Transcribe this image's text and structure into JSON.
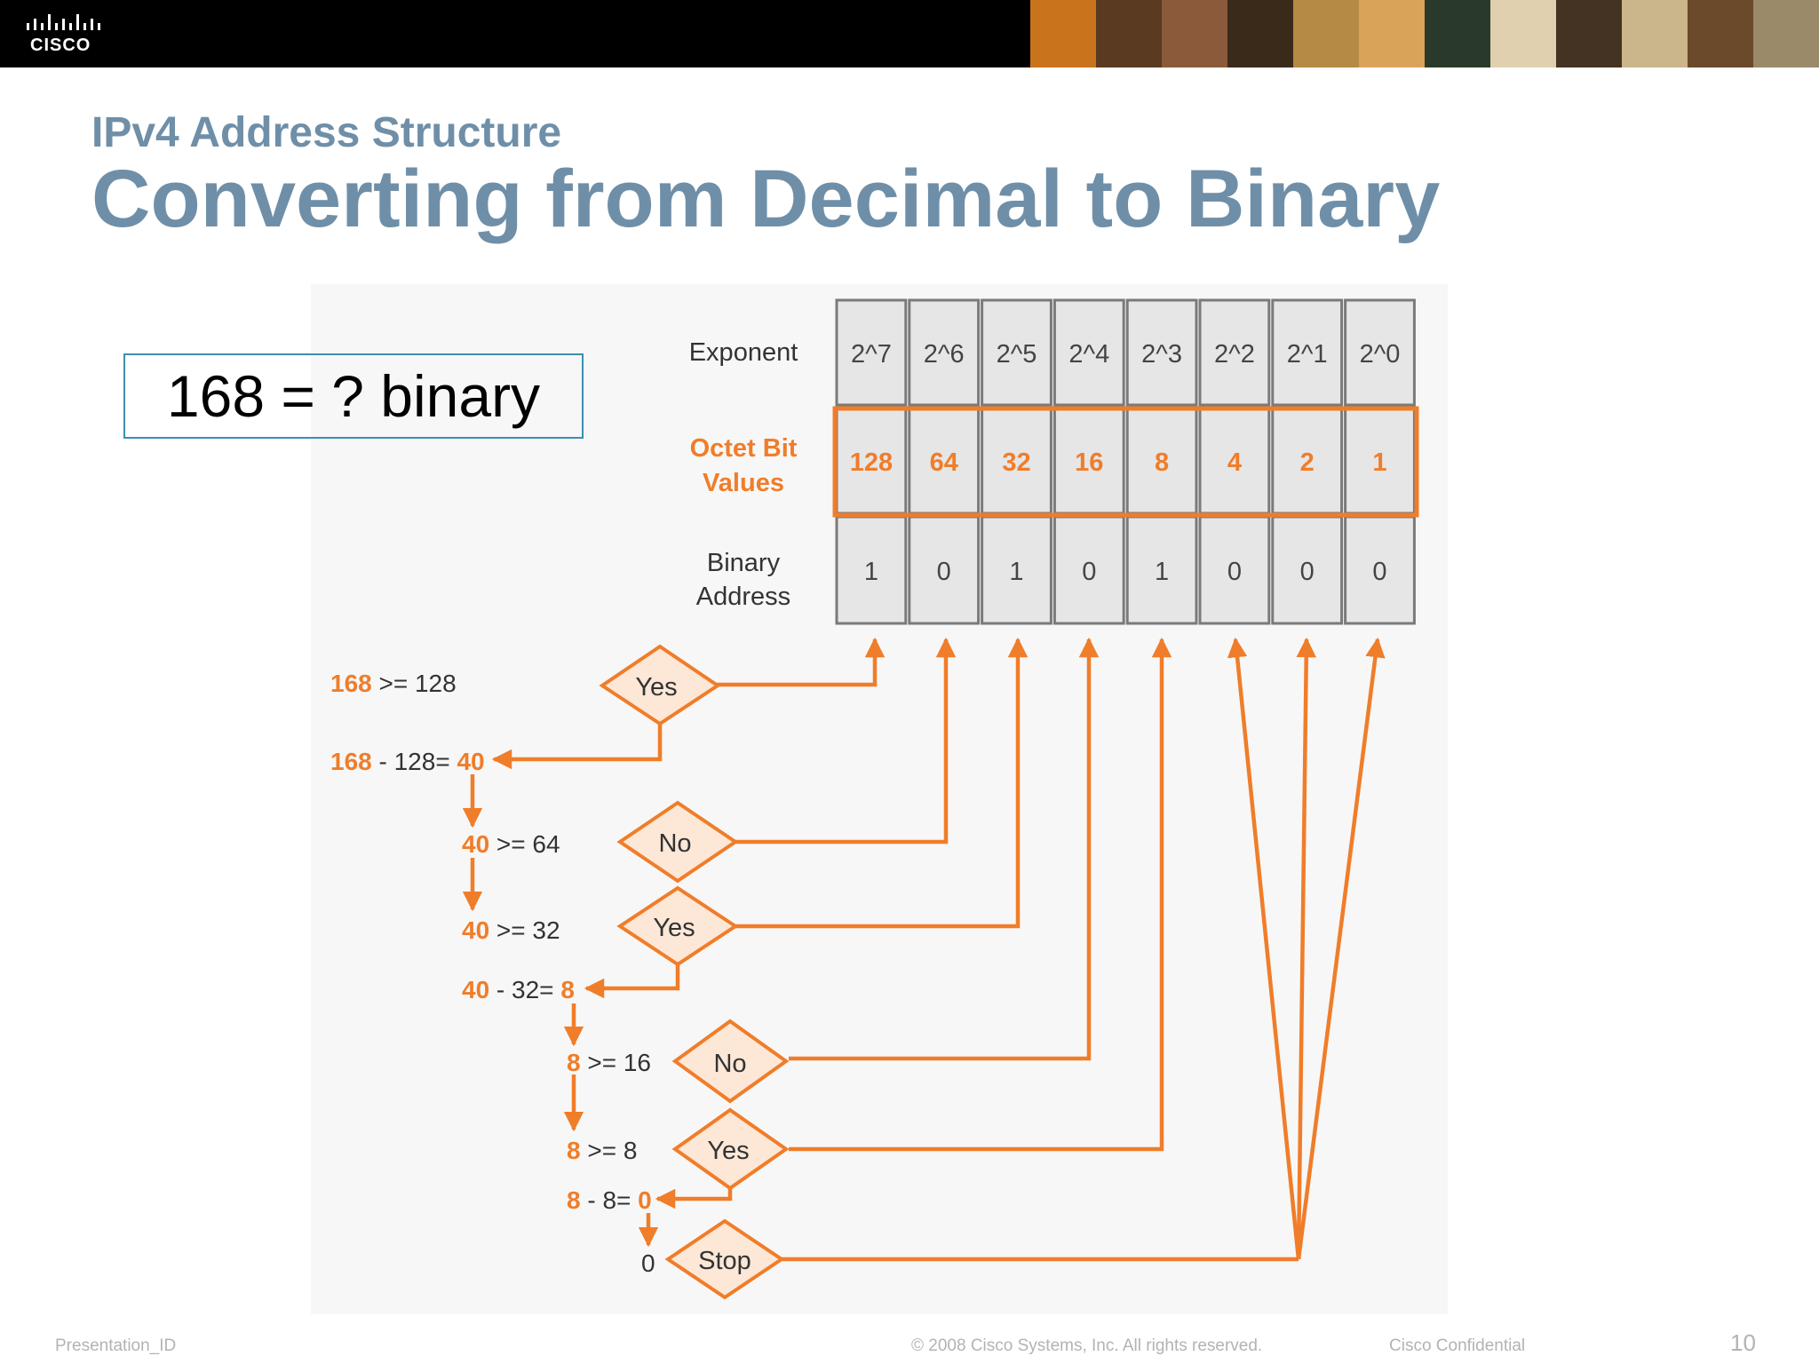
{
  "header": {
    "logo_text": "CISCO",
    "photo_colors": [
      "#c9741c",
      "#5a3b22",
      "#8a5a3a",
      "#3a2a1a",
      "#b58a44",
      "#d9a35a",
      "#2a3a2a",
      "#e0d0b0",
      "#443322",
      "#cbb58a",
      "#6a4a2a",
      "#9a8a6a"
    ]
  },
  "slide": {
    "subtitle": "IPv4 Address Structure",
    "title": "Converting from Decimal to Binary",
    "question": "168 = ? binary"
  },
  "table": {
    "row_labels": {
      "exponent": "Exponent",
      "octet_line1": "Octet Bit",
      "octet_line2": "Values",
      "binary_line1": "Binary",
      "binary_line2": "Address"
    },
    "exponents": [
      "2^7",
      "2^6",
      "2^5",
      "2^4",
      "2^3",
      "2^2",
      "2^1",
      "2^0"
    ],
    "bit_values": [
      "128",
      "64",
      "32",
      "16",
      "8",
      "4",
      "2",
      "1"
    ],
    "binary": [
      "1",
      "0",
      "1",
      "0",
      "1",
      "0",
      "0",
      "0"
    ]
  },
  "flow": {
    "s1": {
      "a": "168",
      "b": " >= 128"
    },
    "s2": {
      "a": "168",
      "b": " - 128= ",
      "c": "40"
    },
    "s3": {
      "a": "40",
      "b": " >= 64"
    },
    "s4": {
      "a": "40",
      "b": " >= 32"
    },
    "s5": {
      "a": "40",
      "b": " - 32= ",
      "c": "8"
    },
    "s6": {
      "a": "8",
      "b": " >= 16"
    },
    "s7": {
      "a": "8",
      "b": " >= 8"
    },
    "s8": {
      "a": "8",
      "b": " - 8= ",
      "c": "0"
    },
    "s9": {
      "a": "0"
    },
    "decisions": [
      "Yes",
      "No",
      "Yes",
      "No",
      "Yes",
      "Stop"
    ]
  },
  "colors": {
    "orange": "#f07d2a",
    "title_blue": "#6f8fa8",
    "cell_fill": "#e6e6e6",
    "cell_border": "#7a7a7a"
  },
  "footer": {
    "presentation_id": "Presentation_ID",
    "copyright": "© 2008 Cisco Systems, Inc. All rights reserved.",
    "confidential": "Cisco Confidential",
    "page": "10"
  }
}
